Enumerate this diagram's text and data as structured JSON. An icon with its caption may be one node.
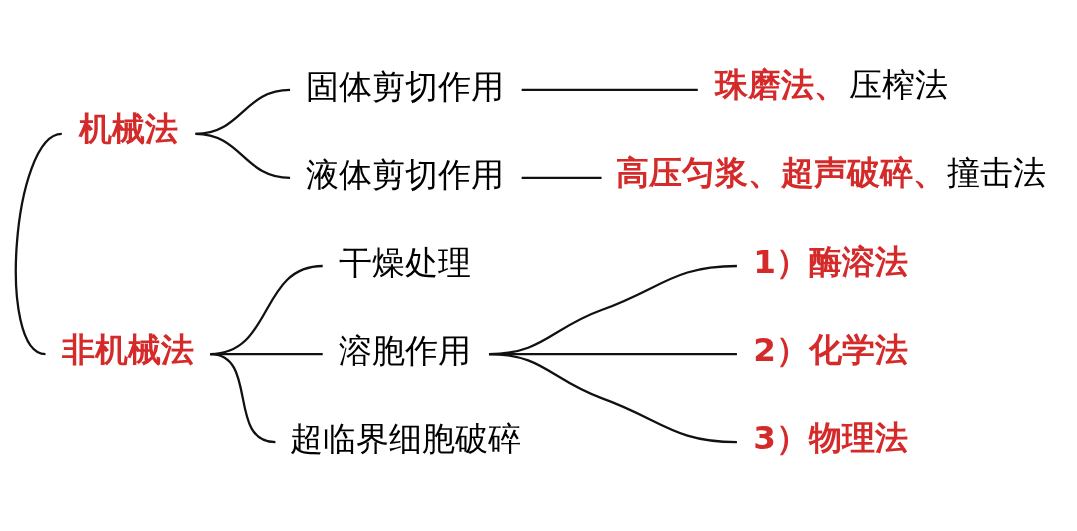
{
  "diagram": {
    "nodes": [
      {
        "text": [
          "机械法"
        ]
      },
      {
        "text": [
          "固体剪切作用"
        ]
      },
      {
        "text": [
          "珠磨法、压榨法"
        ]
      },
      {
        "text": [
          "液体剪切作用"
        ]
      },
      {
        "text": [
          "高压匀浆、超声破碎、撞击法"
        ]
      },
      {
        "text": [
          "非机械法"
        ]
      },
      {
        "text": [
          "干燥处理"
        ]
      },
      {
        "text": [
          "溶胞作用"
        ]
      },
      {
        "text": [
          "1）酶溶法"
        ]
      },
      {
        "text": [
          "2）化学法"
        ]
      },
      {
        "text": [
          "3）物理法"
        ]
      },
      {
        "text": [
          "超临界细胞破碎"
        ]
      }
    ],
    "edges": [
      {
        "from": 0,
        "to": 5,
        "arrow": "none"
      },
      {
        "from": 0,
        "to": 1,
        "arrow": "none"
      },
      {
        "from": 0,
        "to": 3,
        "arrow": "none"
      },
      {
        "from": 1,
        "to": 2,
        "arrow": "none"
      },
      {
        "from": 3,
        "to": 4,
        "arrow": "none"
      },
      {
        "from": 5,
        "to": 6,
        "arrow": "none"
      },
      {
        "from": 5,
        "to": 7,
        "arrow": "none"
      },
      {
        "from": 5,
        "to": 11,
        "arrow": "none"
      },
      {
        "from": 7,
        "to": 8,
        "arrow": "none"
      },
      {
        "from": 7,
        "to": 9,
        "arrow": "none"
      },
      {
        "from": 7,
        "to": 10,
        "arrow": "none"
      }
    ]
  }
}
